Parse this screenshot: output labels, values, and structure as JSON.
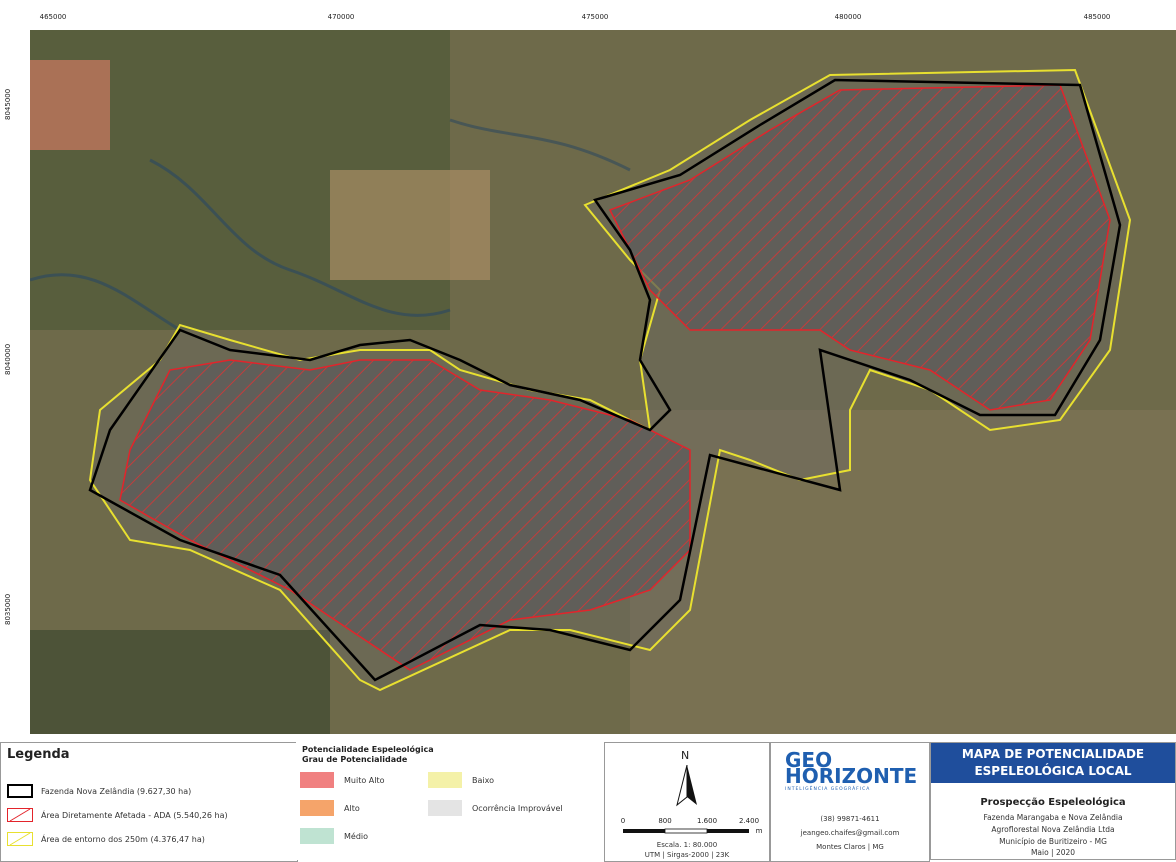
{
  "map": {
    "x_ticks": [
      "465000",
      "470000",
      "475000",
      "480000",
      "485000"
    ],
    "y_ticks": [
      "8045000",
      "8040000",
      "8035000"
    ]
  },
  "legend": {
    "title": "Legenda",
    "items": [
      {
        "label": "Fazenda Nova Zelândia (9.627,30 ha)",
        "color": "#000000"
      },
      {
        "label": "Área Diretamente Afetada - ADA (5.540,26 ha)",
        "color": "#e3242b"
      },
      {
        "label": "Área de entorno dos 250m (4.376,47 ha)",
        "color": "#e8e030"
      }
    ]
  },
  "potential": {
    "title1": "Potencialidade Espeleológica",
    "title2": "Grau de Potencialidade",
    "classes": [
      {
        "label": "Muito Alto",
        "color": "#f08080"
      },
      {
        "label": "Alto",
        "color": "#f5a46a"
      },
      {
        "label": "Médio",
        "color": "#bfe3d2"
      },
      {
        "label": "Baixo",
        "color": "#f4f1a8"
      },
      {
        "label": "Ocorrência Improvável",
        "color": "#e4e4e4"
      }
    ]
  },
  "scale": {
    "north": "N",
    "ticks": [
      "0",
      "800",
      "1.600",
      "2.400"
    ],
    "unit": "m",
    "line1": "Escala. 1: 80.000",
    "line2": "UTM | Sirgas-2000 | 23K"
  },
  "logo": {
    "geo": "GEO",
    "horizonte": "HORIZONTE",
    "tagline": "INTELIGÊNCIA GEOGRÁFICA",
    "phone": "(38) 99871-4611",
    "email": "jeangeo.chaifes@gmail.com",
    "city": "Montes Claros | MG"
  },
  "title": {
    "line1": "MAPA DE POTENCIALIDADE",
    "line2": "ESPELEOLÓGICA LOCAL",
    "subtitle": "Prospecção Espeleológica",
    "l1": "Fazenda Marangaba e Nova Zelândia",
    "l2": "Agroflorestal Nova Zelândia Ltda",
    "l3": "Município de Buritizeiro - MG",
    "l4": "Maio | 2020"
  },
  "colors": {
    "boundary": "#000000",
    "ada": "#e3242b",
    "buffer": "#e8e030",
    "title_band": "#1f4e9c",
    "logo_blue": "#1f5fb0"
  }
}
